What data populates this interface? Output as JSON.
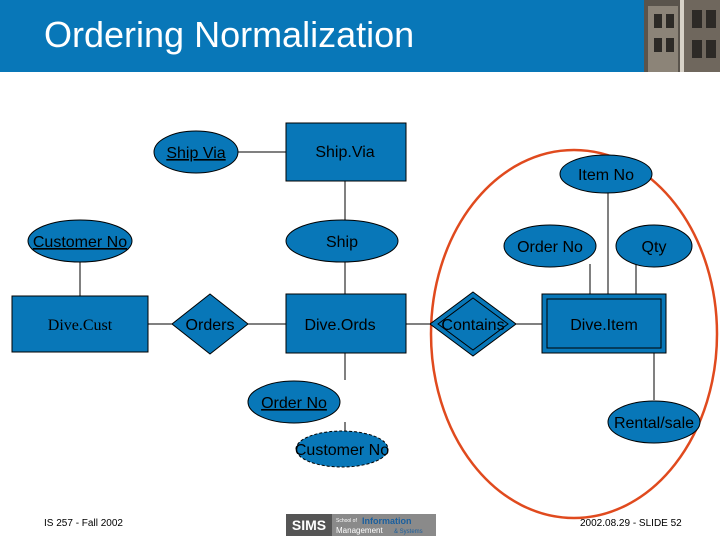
{
  "title": "Ordering Normalization",
  "entities": {
    "shipvia": "Ship.Via",
    "ship": "Ship",
    "diveords": "Dive.Ords",
    "diveitem": "Dive.Item"
  },
  "attributes": {
    "ship_via": "Ship Via",
    "customer_no": "Customer No",
    "dive_cust": "Dive.Cust",
    "item_no": "Item No",
    "order_no_item": "Order No",
    "qty": "Qty",
    "order_no": "Order No",
    "rental_sale": "Rental/sale",
    "customer_no_2": "Customer No"
  },
  "relationships": {
    "orders": "Orders",
    "contains": "Contains"
  },
  "footer": {
    "course": "IS 257 - Fall 2002",
    "slide": "2002.08.29 - SLIDE 52",
    "logo_sims": "SIMS",
    "logo_school_of": "School of",
    "logo_information": "Information",
    "logo_management": "Management",
    "logo_systems": "& Systems"
  },
  "colors": {
    "header": "#0877b8",
    "shape_fill": "#0877b8",
    "highlight_ellipse": "#e04a1e"
  }
}
